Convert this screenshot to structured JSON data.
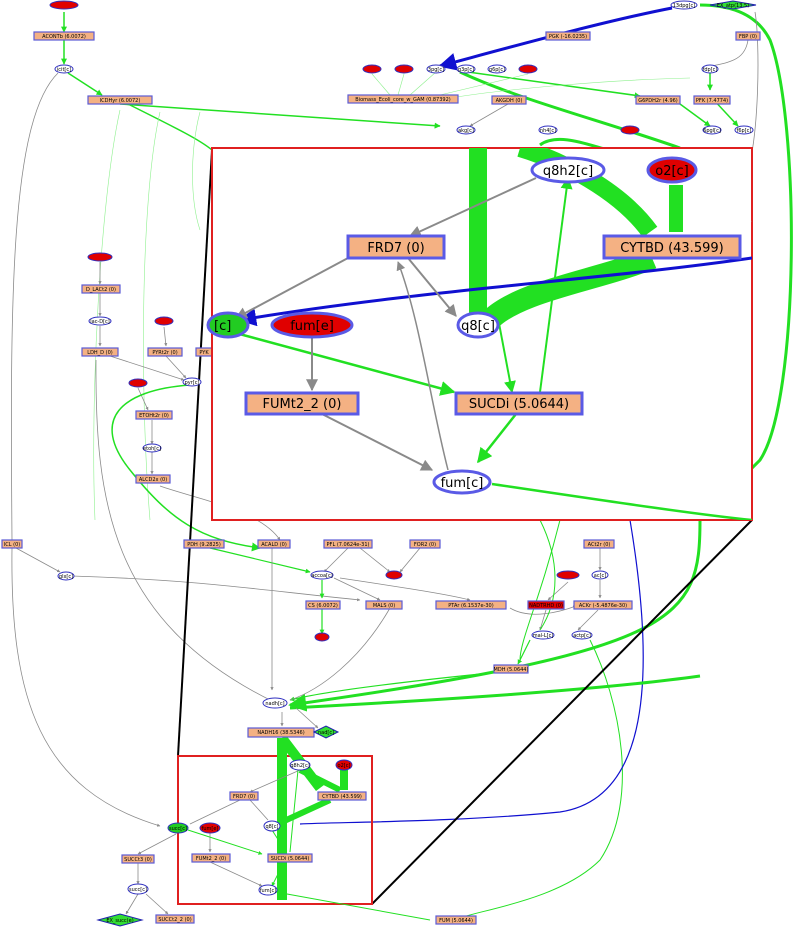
{
  "labels": {
    "acontb": "ACONTb (6.0072)",
    "icdhyr": "ICDHyr (6.0072)",
    "pgk": "PGK (-16.0235)",
    "fbp": "FBP (0)",
    "biomass": "Biomass_Ecoli_core_w_GAM (0.87392)",
    "akgdh": "AKGDH (0)",
    "g6pdh": "G6PDH2r (4.96)",
    "pfk": "PFK (7.4774)",
    "dlac": "D_LACt2 (0)",
    "ldh": "LDH_D (0)",
    "pyrt": "PYRt2r (0)",
    "pyk": "PYK",
    "etoh": "ETOHt2r (0)",
    "alcd": "ALCD2x (0)",
    "icl": "ICL (0)",
    "pdh": "PDH (9.2825)",
    "acald": "ACALD (0)",
    "pfl": "PFL (7.0624e-31)",
    "for2": "FOR2 (0)",
    "acl2": "ACt2r (0)",
    "cs": "CS (6.0072)",
    "mals": "MALS (0)",
    "ptar": "PTAr (6.1537e-30)",
    "ackr": "ACKr (-5.4876e-30)",
    "nadtr": "NADTRHD (0)",
    "mdh": "MDH (5.0644)",
    "nadh16": "NADH16 (38.5346)",
    "frd7": "FRD7 (0)",
    "cytbd": "CYTBD (43.599)",
    "fumt2": "FUMt2_2 (0)",
    "sucdi": "SUCDi (5.0644)",
    "succt3": "SUCCt3 (0)",
    "succt2": "SUCCt2_2 (0)",
    "fum": "FUM (5.0644)"
  },
  "metabolites": {
    "cit": "cit[c]",
    "icit": "icit[c]",
    "13dpg": "13dpg[c]",
    "3pg": "3pg[c]",
    "g3p": "g3p[c]",
    "g6p": "g6p[c]",
    "akg": "akg[c]",
    "f6p": "f6p[c]",
    "fdp": "fdp[c]",
    "6pgl": "6pgl[c]",
    "nh4": "nh4[c]",
    "lac": "lac-D[c]",
    "pyr": "pyr[c]",
    "etoh": "etoh[c]",
    "glx": "glx[c]",
    "accoa": "accoa[c]",
    "actp": "actp[c]",
    "ac": "ac[c]",
    "mal": "mal-L[c]",
    "nadh": "nadh[c]",
    "q8h2": "q8h2[c]",
    "q8": "q8[c]",
    "o2": "o2[c]",
    "fume": "fum[e]",
    "fum": "fum[c]",
    "succ": "succ[c]",
    "succ_tag": "succ[c]",
    "nad": "nad[c]",
    "succ_ex": "EX_succ(e)",
    "atp_ex": "EX_atp(13.5)"
  },
  "colors": {
    "reaction": "#f4b183",
    "border": "#5b5bd6",
    "active_flux": "#22e022",
    "reverse_flux": "#1010d0",
    "inactive": "#8a8a8a",
    "zoom_frame": "#e02020",
    "external": "#e00000"
  }
}
